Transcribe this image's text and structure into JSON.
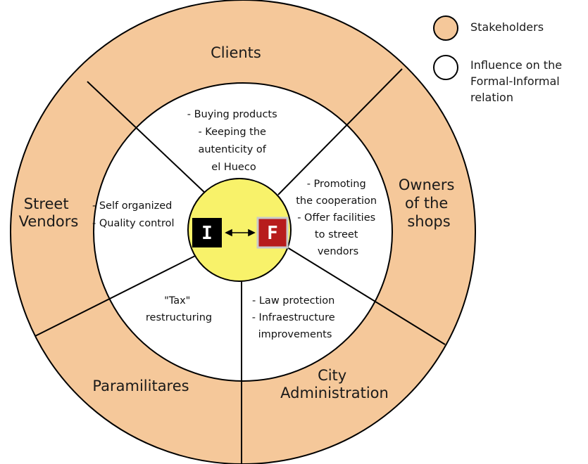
{
  "colors": {
    "stakeholder_fill": "#f5c89a",
    "influence_fill": "#ffffff",
    "core_fill": "#f8f26a",
    "outline": "#000000",
    "informal_box": "#000000",
    "formal_box": "#b71c1c",
    "formal_box_border": "#c9c9c9"
  },
  "legend": [
    {
      "label": "Stakeholders",
      "swatch": "stakeholder_fill"
    },
    {
      "label": [
        "Influence on the",
        "Formal-Informal",
        "relation"
      ],
      "swatch": "influence_fill"
    }
  ],
  "stakeholders": [
    {
      "id": "clients",
      "lines": [
        "Clients"
      ]
    },
    {
      "id": "owners",
      "lines": [
        "Owners",
        "of the",
        "shops"
      ]
    },
    {
      "id": "city-administration",
      "lines": [
        "City",
        "Administration"
      ]
    },
    {
      "id": "paramilitares",
      "lines": [
        "Paramilitares"
      ]
    },
    {
      "id": "street-vendors",
      "lines": [
        "Street",
        "Vendors"
      ]
    }
  ],
  "influences": [
    {
      "id": "clients",
      "lines": [
        "- Buying products",
        "- Keeping the",
        "autenticity of",
        "el Hueco"
      ]
    },
    {
      "id": "owners",
      "lines": [
        "- Promoting",
        "the cooperation",
        "- Offer facilities",
        "to street",
        "vendors"
      ]
    },
    {
      "id": "city-administration",
      "lines": [
        "- Law protection",
        "- Infraestructure",
        "improvements"
      ]
    },
    {
      "id": "paramilitares",
      "lines": [
        "\"Tax\"",
        "restructuring"
      ]
    },
    {
      "id": "street-vendors",
      "lines": [
        "- Self organized",
        "- Quality control"
      ]
    }
  ],
  "core": {
    "informal": "I",
    "formal": "F",
    "relation": "bidirectional-arrow-icon"
  }
}
